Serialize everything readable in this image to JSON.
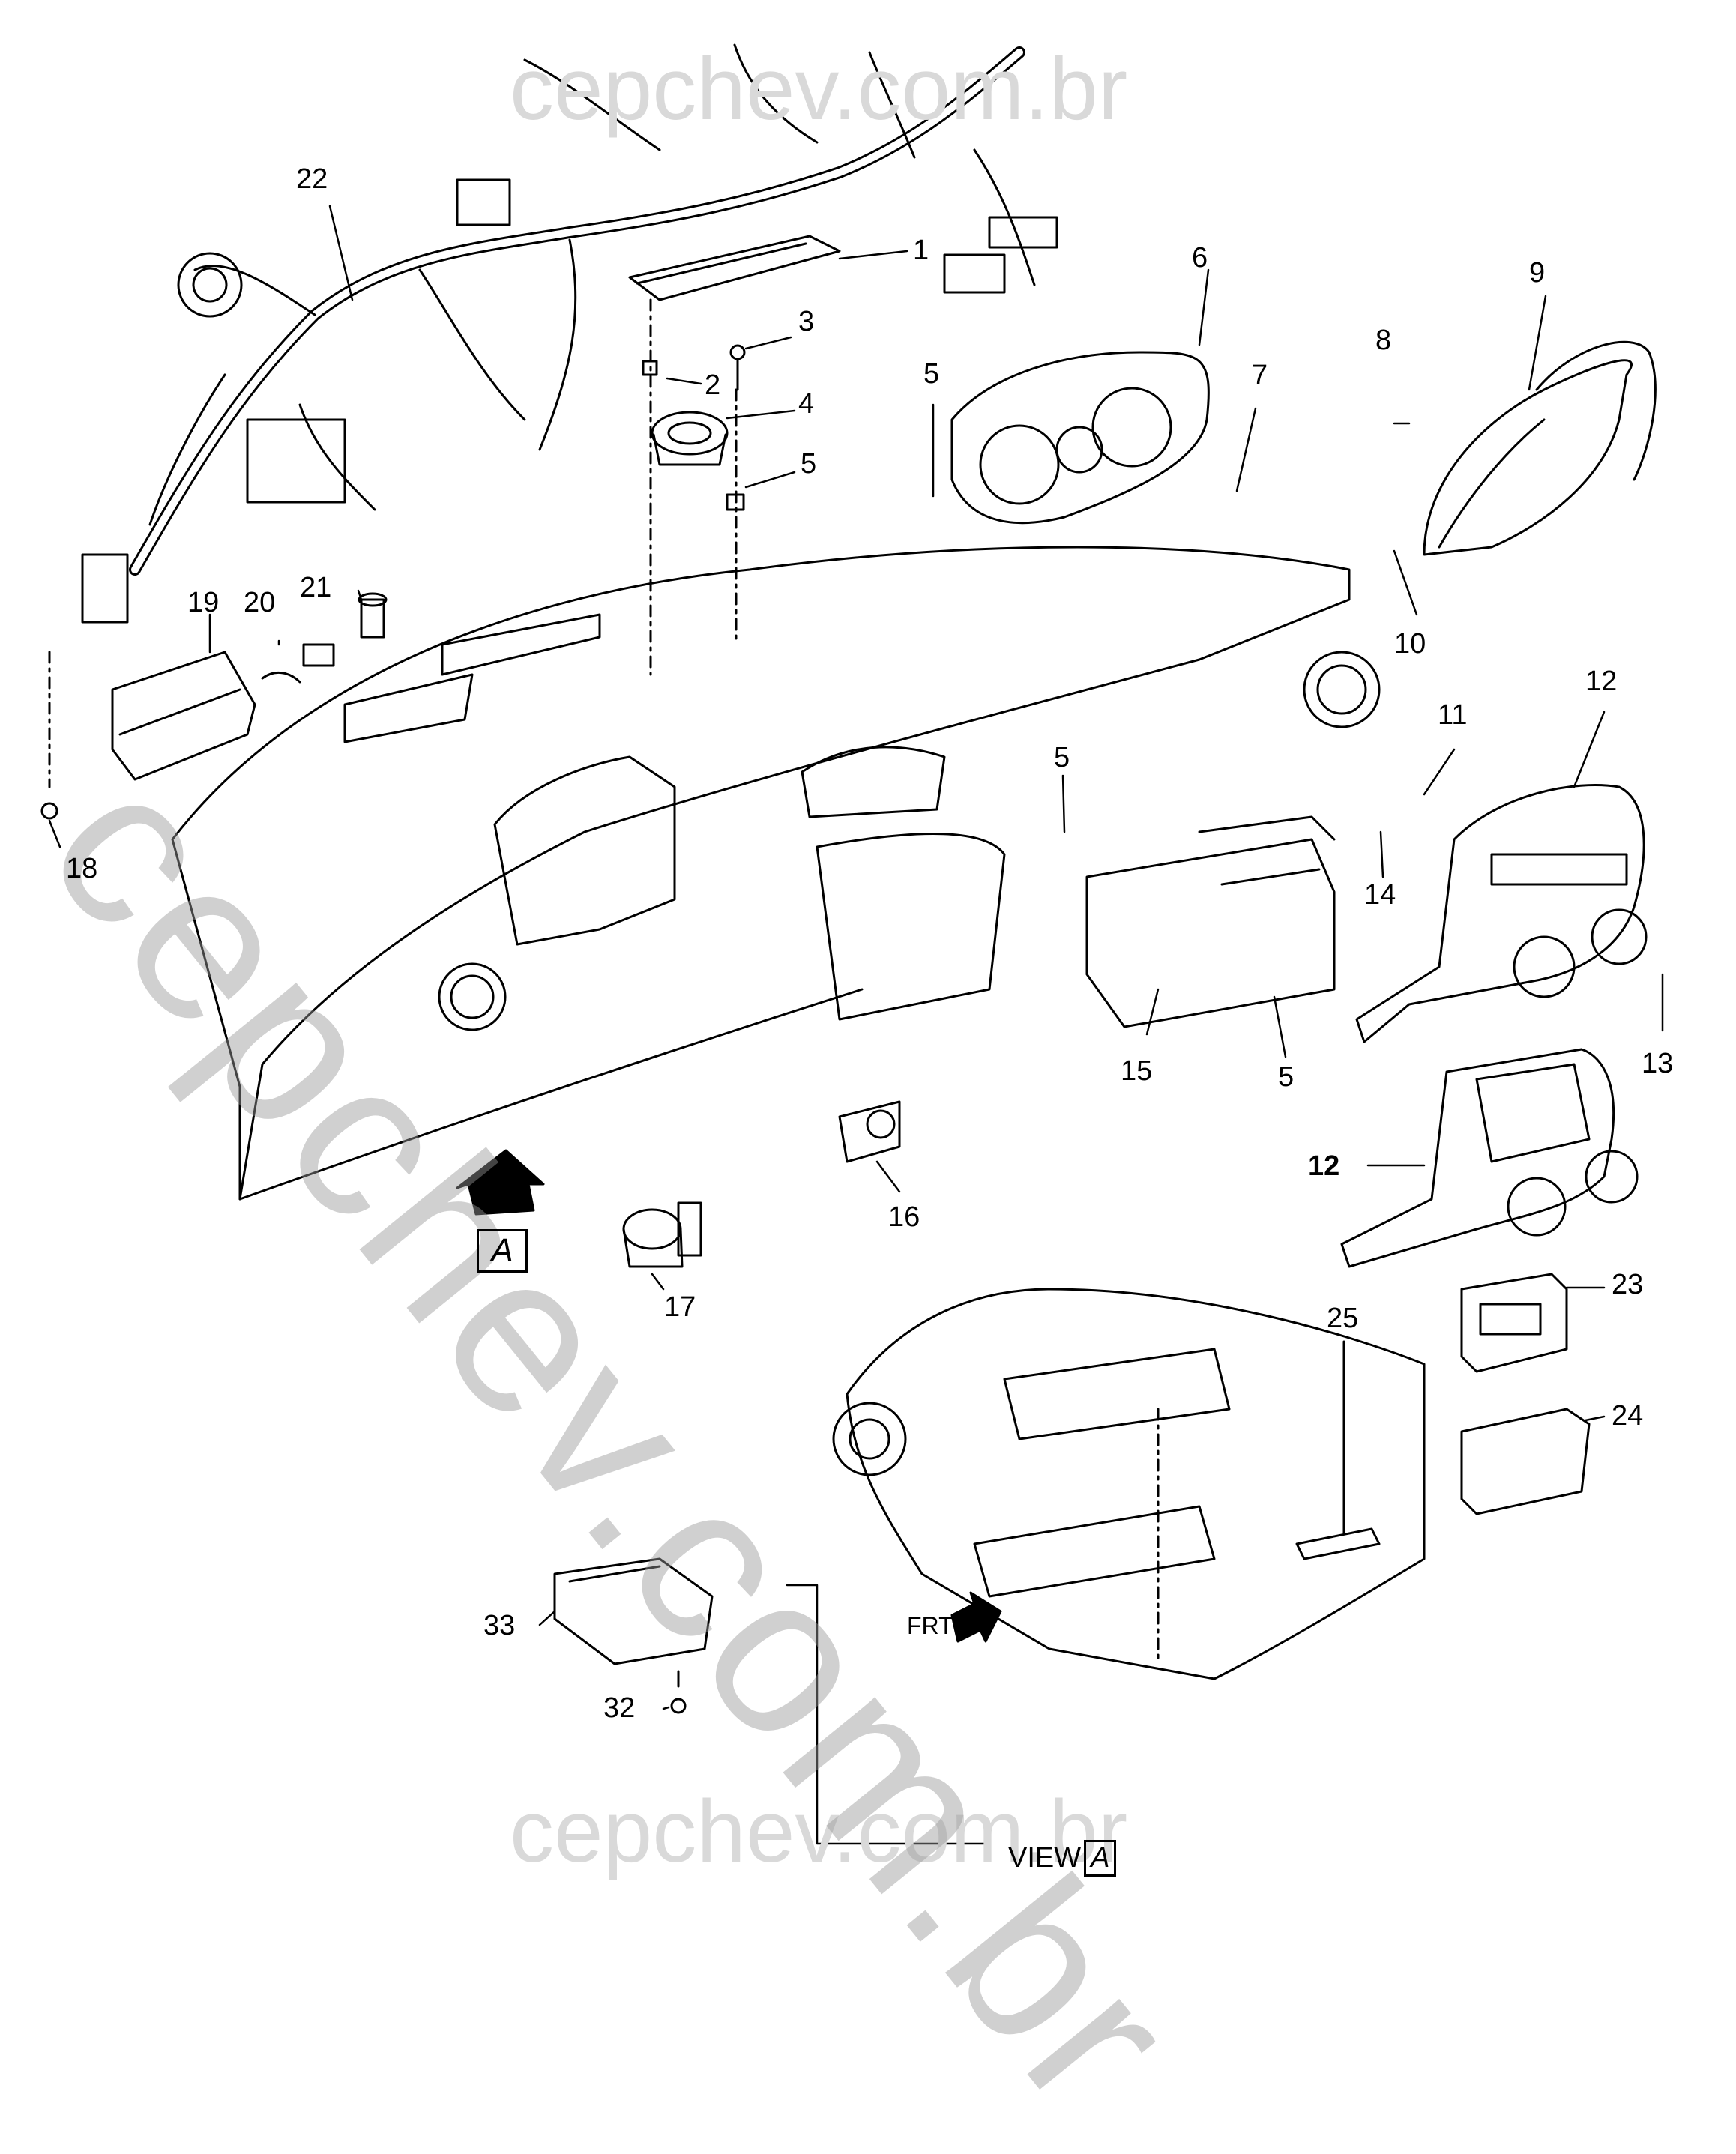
{
  "watermarks": {
    "top": "cepchev.com.br",
    "bottom": "cepchev.com.br",
    "diagonal": "cepchev.com.br"
  },
  "view_marker": "A",
  "view_caption": {
    "prefix": "VIEW",
    "letter": "A"
  },
  "front_marker": "FRT",
  "callouts": [
    {
      "id": "1",
      "text": "1"
    },
    {
      "id": "2",
      "text": "2"
    },
    {
      "id": "3",
      "text": "3"
    },
    {
      "id": "4",
      "text": "4"
    },
    {
      "id": "5a",
      "text": "5"
    },
    {
      "id": "5b",
      "text": "5"
    },
    {
      "id": "5c",
      "text": "5"
    },
    {
      "id": "5d",
      "text": "5"
    },
    {
      "id": "6",
      "text": "6"
    },
    {
      "id": "7",
      "text": "7"
    },
    {
      "id": "8",
      "text": "8"
    },
    {
      "id": "9",
      "text": "9"
    },
    {
      "id": "10",
      "text": "10"
    },
    {
      "id": "11",
      "text": "11"
    },
    {
      "id": "12a",
      "text": "12"
    },
    {
      "id": "12b",
      "text": "12"
    },
    {
      "id": "13",
      "text": "13"
    },
    {
      "id": "14",
      "text": "14"
    },
    {
      "id": "15",
      "text": "15"
    },
    {
      "id": "16",
      "text": "16"
    },
    {
      "id": "17",
      "text": "17"
    },
    {
      "id": "18",
      "text": "18"
    },
    {
      "id": "19",
      "text": "19"
    },
    {
      "id": "20",
      "text": "20"
    },
    {
      "id": "21",
      "text": "21"
    },
    {
      "id": "22",
      "text": "22"
    },
    {
      "id": "23",
      "text": "23"
    },
    {
      "id": "24",
      "text": "24"
    },
    {
      "id": "25",
      "text": "25"
    },
    {
      "id": "32",
      "text": "32"
    },
    {
      "id": "33",
      "text": "33"
    }
  ]
}
